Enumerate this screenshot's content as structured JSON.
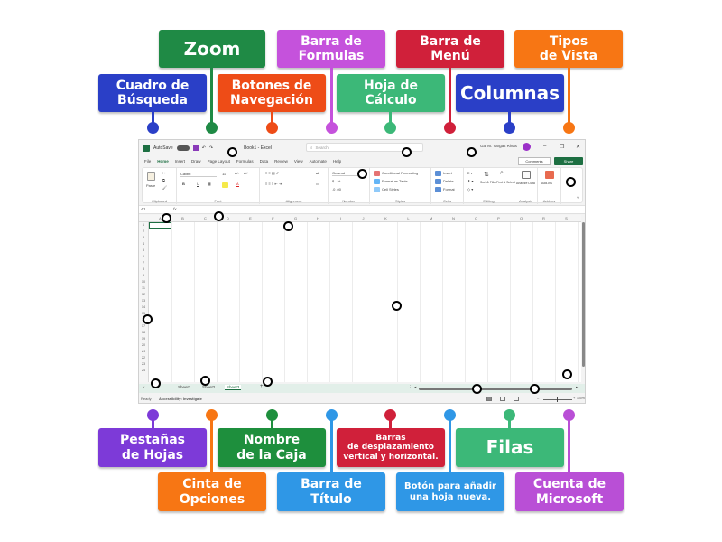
{
  "colors": {
    "green_dark": "#1f8a45",
    "purple_light": "#c552dc",
    "red": "#d0203a",
    "orange": "#f77614",
    "blue_dark": "#2a3fc7",
    "orange_red": "#ee4c17",
    "teal_green": "#3cb878",
    "purple": "#7d3ad8",
    "blue_light": "#2f97e6",
    "green": "#1e8f3d",
    "pink_purple": "#b94fd6"
  },
  "labels_top": [
    {
      "id": "zoom",
      "text": "Zoom"
    },
    {
      "id": "formula-bar",
      "text": "Barra de\nFormulas"
    },
    {
      "id": "menu-bar",
      "text": "Barra de\nMenú"
    },
    {
      "id": "view-types",
      "text": "Tipos\nde Vista"
    },
    {
      "id": "search-box",
      "text": "Cuadro de\nBúsqueda"
    },
    {
      "id": "nav-buttons",
      "text": "Botones de\nNavegación"
    },
    {
      "id": "worksheet",
      "text": "Hoja de\nCálculo"
    },
    {
      "id": "columns",
      "text": "Columnas"
    }
  ],
  "labels_bottom": [
    {
      "id": "sheet-tabs",
      "text": "Pestañas\nde Hojas"
    },
    {
      "id": "name-box",
      "text": "Nombre\nde la Caja"
    },
    {
      "id": "scrollbars",
      "text": "Barras\nde desplazamiento\nvertical y horizontal."
    },
    {
      "id": "rows",
      "text": "Filas"
    },
    {
      "id": "ribbon",
      "text": "Cinta de\nOpciones"
    },
    {
      "id": "title-bar",
      "text": "Barra de\nTítulo"
    },
    {
      "id": "new-sheet",
      "text": "Botón para añadir\nuna hoja nueva."
    },
    {
      "id": "account",
      "text": "Cuenta de\nMicrosoft"
    }
  ],
  "excel": {
    "autosave": "AutoSave",
    "autosave_state": "Off",
    "doc_title": "Book1 - Excel",
    "search_placeholder": "Search",
    "account_name": "Gal M. Vargas Rivas",
    "avatar_initials": "GV",
    "menu": [
      "File",
      "Home",
      "Insert",
      "Draw",
      "Page Layout",
      "Formulas",
      "Data",
      "Review",
      "View",
      "Automate",
      "Help"
    ],
    "comments": "Comments",
    "share": "Share",
    "ribbon_groups": [
      "Clipboard",
      "Font",
      "Alignment",
      "Number",
      "Styles",
      "Cells",
      "Editing",
      "Analysis",
      "Add-ins"
    ],
    "paste": "Paste",
    "font_name": "Calibri",
    "font_size": "11",
    "number_format": "General",
    "styles": [
      "Conditional Formatting",
      "Format as Table",
      "Cell Styles"
    ],
    "cells": [
      "Insert",
      "Delete",
      "Format"
    ],
    "editing": [
      "Sort & Filter",
      "Find & Select"
    ],
    "analyze": "Analyze Data",
    "addins": "Add-ins",
    "name_box": "A1",
    "fx": "fx",
    "columns": [
      "A",
      "B",
      "C",
      "D",
      "E",
      "F",
      "G",
      "H",
      "I",
      "J",
      "K",
      "L",
      "M",
      "N",
      "O",
      "P",
      "Q",
      "R",
      "S"
    ],
    "rows": [
      "1",
      "2",
      "3",
      "4",
      "5",
      "6",
      "7",
      "8",
      "9",
      "10",
      "11",
      "12",
      "13",
      "14",
      "15",
      "16",
      "17",
      "18",
      "19",
      "20",
      "21",
      "22",
      "23",
      "24"
    ],
    "sheets": [
      "Sheet1",
      "Sheet2",
      "Sheet3"
    ],
    "add_sheet": "+",
    "status_ready": "Ready",
    "accessibility": "Accessibility: Investigate",
    "zoom_level": "100%"
  }
}
